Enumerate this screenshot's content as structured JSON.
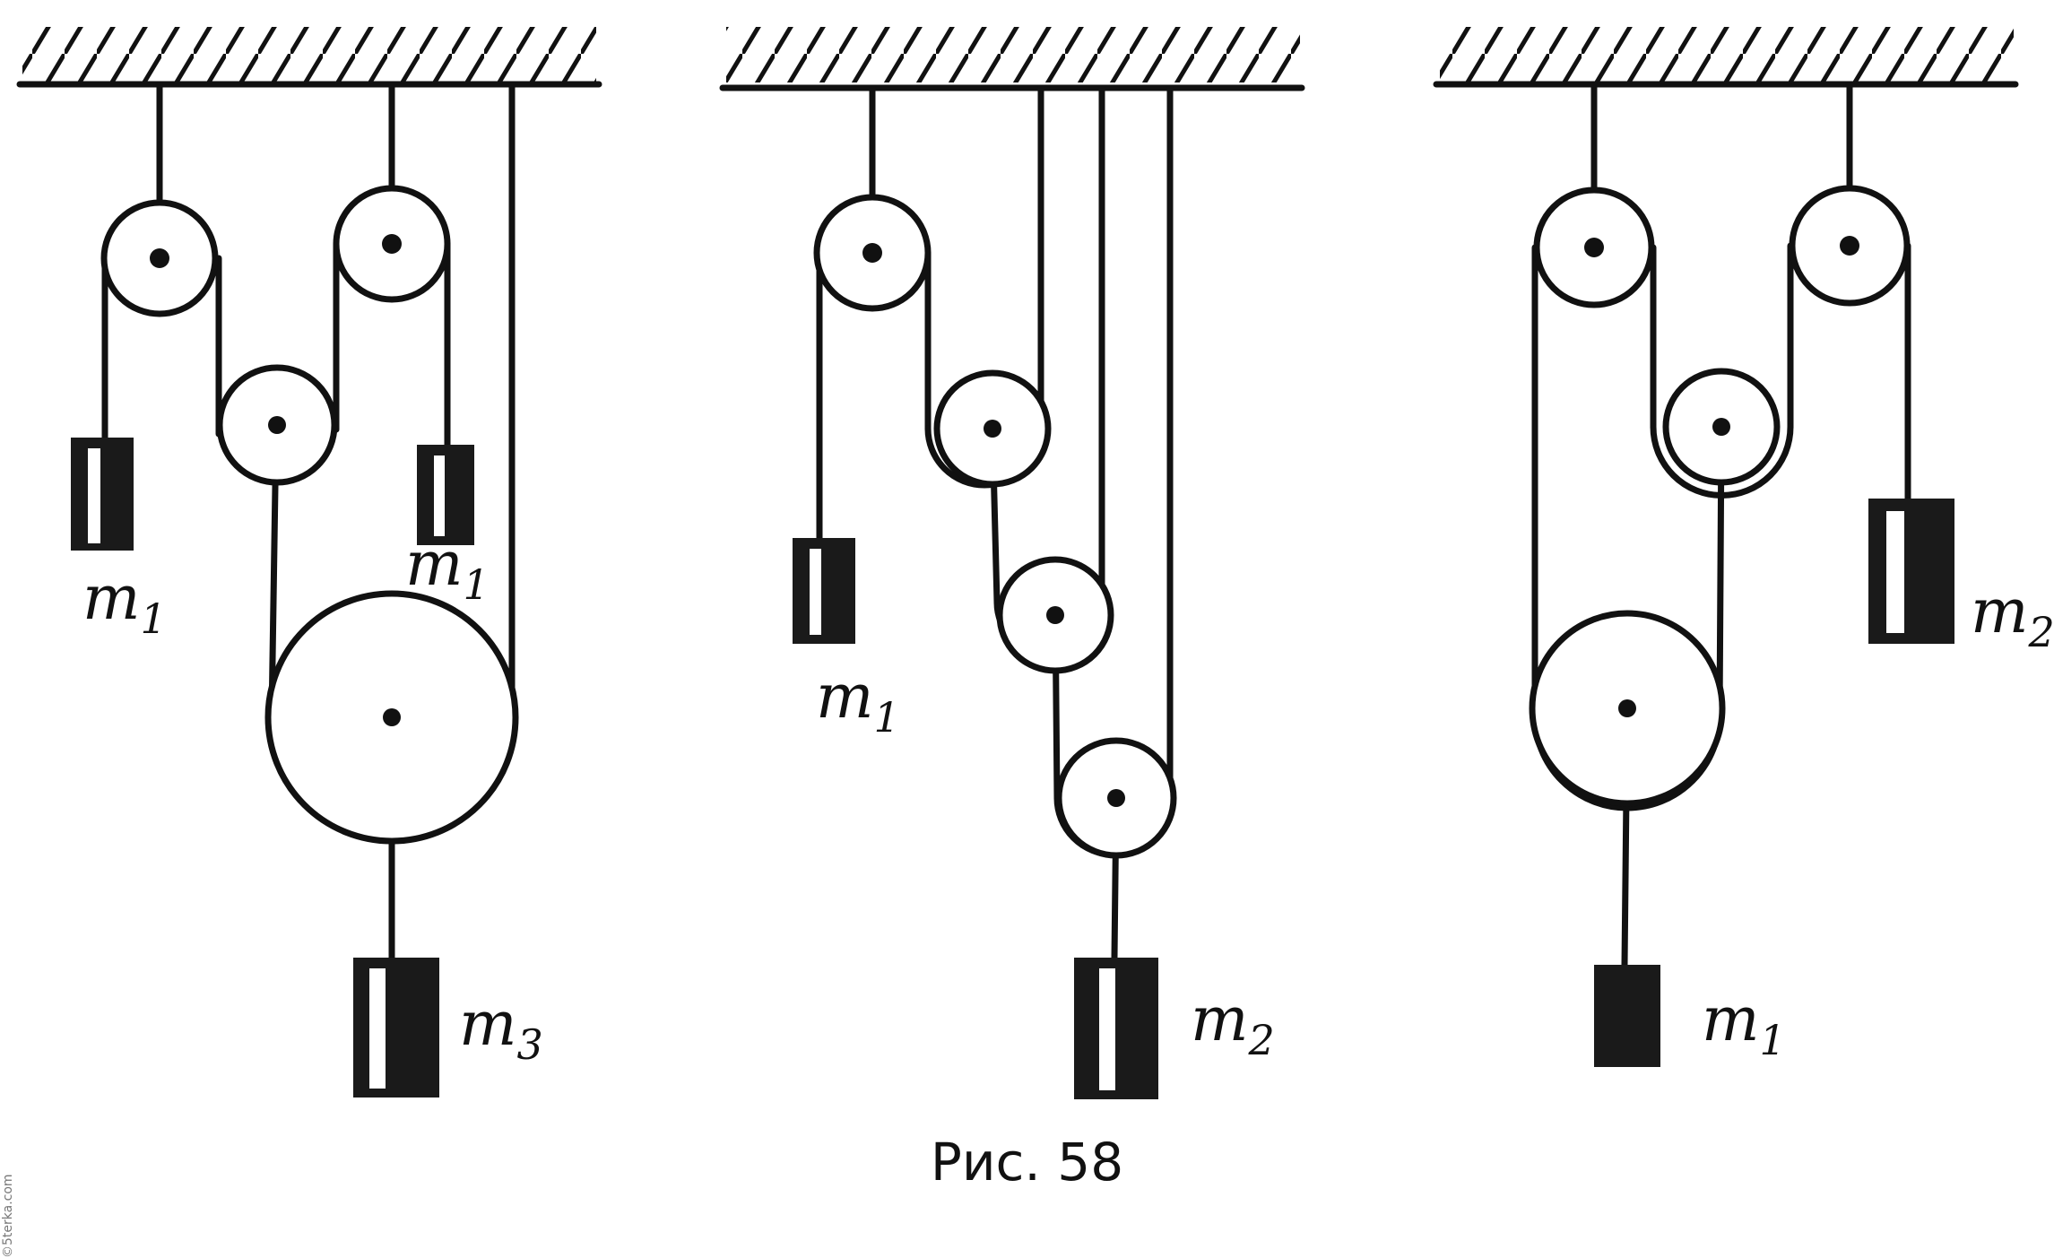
{
  "figure": {
    "caption": "Рис. 58",
    "watermark": "©5terka.com"
  },
  "panels": [
    {
      "name": "left",
      "labels": [
        {
          "base": "m",
          "sub": "1"
        },
        {
          "base": "m",
          "sub": "1"
        },
        {
          "base": "m",
          "sub": "3"
        }
      ]
    },
    {
      "name": "middle",
      "labels": [
        {
          "base": "m",
          "sub": "1"
        },
        {
          "base": "m",
          "sub": "2"
        }
      ]
    },
    {
      "name": "right",
      "labels": [
        {
          "base": "m",
          "sub": "2"
        },
        {
          "base": "m",
          "sub": "1"
        }
      ]
    }
  ]
}
